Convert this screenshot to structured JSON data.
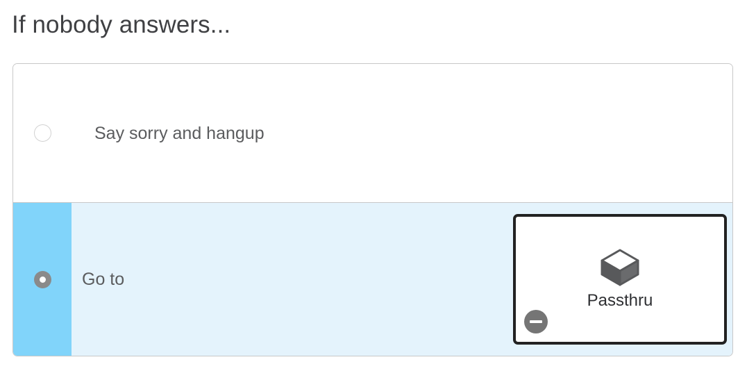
{
  "page": {
    "title": "If nobody answers..."
  },
  "colors": {
    "selected_gutter": "#81d4fa",
    "selected_row_background": "#e4f3fc",
    "card_border": "#222222",
    "radio_selected": "#8a8a8a",
    "remove_button": "#757575",
    "title_text": "#3f4043",
    "option_text": "#5b5c5e"
  },
  "options": [
    {
      "id": "say-sorry-and-hangup",
      "label": "Say sorry and hangup",
      "selected": false,
      "radio_icon": "radio-unchecked-icon"
    },
    {
      "id": "go-to",
      "label": "Go to",
      "selected": true,
      "radio_icon": "radio-checked-icon",
      "target": {
        "label": "Passthru",
        "icon": "cube-icon",
        "remove_icon": "minus-circle-icon"
      }
    }
  ]
}
